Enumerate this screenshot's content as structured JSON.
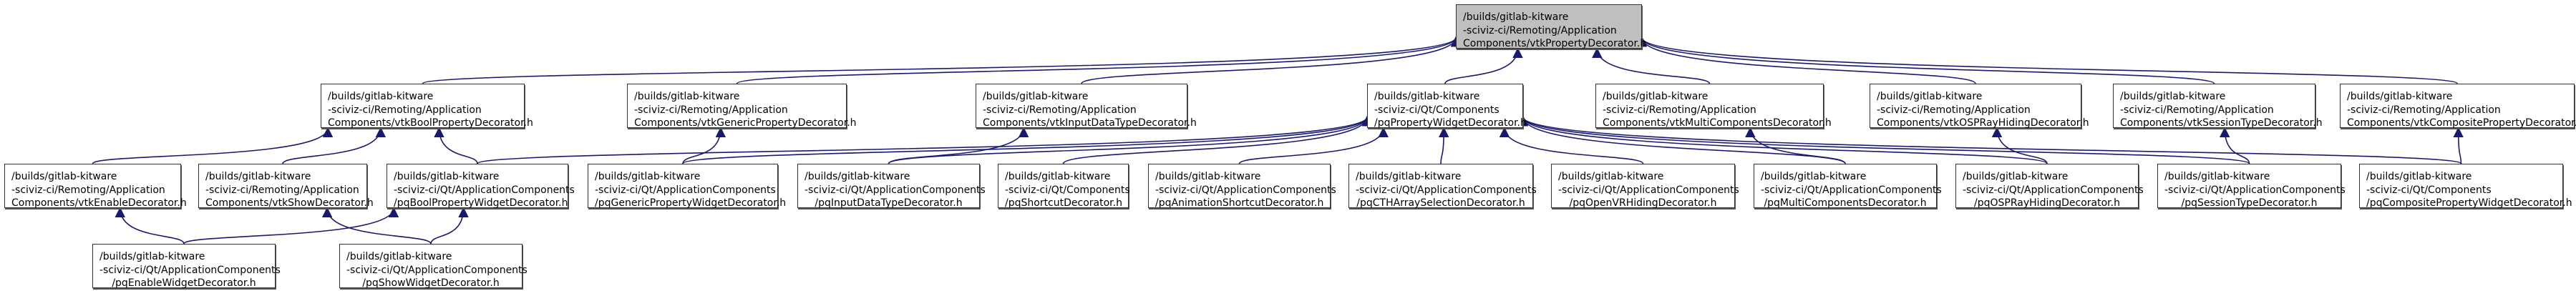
{
  "diagram": {
    "type": "include-dependency-graph",
    "edge_color": "#191970",
    "root_fill": "#bfbfbf",
    "node_fill": "#ffffff",
    "nodes": [
      {
        "id": "root",
        "lines": [
          "/builds/gitlab-kitware",
          "-sciviz-ci/Remoting/Application",
          "Components/vtkPropertyDecorator.h"
        ],
        "root": true
      },
      {
        "id": "vtkBool",
        "lines": [
          "/builds/gitlab-kitware",
          "-sciviz-ci/Remoting/Application",
          "Components/vtkBoolPropertyDecorator.h"
        ]
      },
      {
        "id": "vtkGeneric",
        "lines": [
          "/builds/gitlab-kitware",
          "-sciviz-ci/Remoting/Application",
          "Components/vtkGenericPropertyDecorator.h"
        ]
      },
      {
        "id": "vtkInputDataType",
        "lines": [
          "/builds/gitlab-kitware",
          "-sciviz-ci/Remoting/Application",
          "Components/vtkInputDataTypeDecorator.h"
        ]
      },
      {
        "id": "pqPropertyWidget",
        "lines": [
          "/builds/gitlab-kitware",
          "-sciviz-ci/Qt/Components",
          "/pqPropertyWidgetDecorator.h"
        ]
      },
      {
        "id": "vtkMulti",
        "lines": [
          "/builds/gitlab-kitware",
          "-sciviz-ci/Remoting/Application",
          "Components/vtkMultiComponentsDecorator.h"
        ]
      },
      {
        "id": "vtkOSPRay",
        "lines": [
          "/builds/gitlab-kitware",
          "-sciviz-ci/Remoting/Application",
          "Components/vtkOSPRayHidingDecorator.h"
        ]
      },
      {
        "id": "vtkSession",
        "lines": [
          "/builds/gitlab-kitware",
          "-sciviz-ci/Remoting/Application",
          "Components/vtkSessionTypeDecorator.h"
        ]
      },
      {
        "id": "vtkComposite",
        "lines": [
          "/builds/gitlab-kitware",
          "-sciviz-ci/Remoting/Application",
          "Components/vtkCompositePropertyDecorator.h"
        ]
      },
      {
        "id": "vtkEnable",
        "lines": [
          "/builds/gitlab-kitware",
          "-sciviz-ci/Remoting/Application",
          "Components/vtkEnableDecorator.h"
        ]
      },
      {
        "id": "vtkShow",
        "lines": [
          "/builds/gitlab-kitware",
          "-sciviz-ci/Remoting/Application",
          "Components/vtkShowDecorator.h"
        ]
      },
      {
        "id": "pqBool",
        "lines": [
          "/builds/gitlab-kitware",
          "-sciviz-ci/Qt/ApplicationComponents",
          "/pqBoolPropertyWidgetDecorator.h"
        ]
      },
      {
        "id": "pqGeneric",
        "lines": [
          "/builds/gitlab-kitware",
          "-sciviz-ci/Qt/ApplicationComponents",
          "/pqGenericPropertyWidgetDecorator.h"
        ]
      },
      {
        "id": "pqInputDataType",
        "lines": [
          "/builds/gitlab-kitware",
          "-sciviz-ci/Qt/ApplicationComponents",
          "/pqInputDataTypeDecorator.h"
        ]
      },
      {
        "id": "pqShortcut",
        "lines": [
          "/builds/gitlab-kitware",
          "-sciviz-ci/Qt/Components",
          "/pqShortcutDecorator.h"
        ]
      },
      {
        "id": "pqAnimShortcut",
        "lines": [
          "/builds/gitlab-kitware",
          "-sciviz-ci/Qt/ApplicationComponents",
          "/pqAnimationShortcutDecorator.h"
        ]
      },
      {
        "id": "pqCTH",
        "lines": [
          "/builds/gitlab-kitware",
          "-sciviz-ci/Qt/ApplicationComponents",
          "/pqCTHArraySelectionDecorator.h"
        ]
      },
      {
        "id": "pqOpenVR",
        "lines": [
          "/builds/gitlab-kitware",
          "-sciviz-ci/Qt/ApplicationComponents",
          "/pqOpenVRHidingDecorator.h"
        ]
      },
      {
        "id": "pqMulti",
        "lines": [
          "/builds/gitlab-kitware",
          "-sciviz-ci/Qt/ApplicationComponents",
          "/pqMultiComponentsDecorator.h"
        ]
      },
      {
        "id": "pqOSPRay",
        "lines": [
          "/builds/gitlab-kitware",
          "-sciviz-ci/Qt/ApplicationComponents",
          "/pqOSPRayHidingDecorator.h"
        ]
      },
      {
        "id": "pqSession",
        "lines": [
          "/builds/gitlab-kitware",
          "-sciviz-ci/Qt/ApplicationComponents",
          "/pqSessionTypeDecorator.h"
        ]
      },
      {
        "id": "pqComposite",
        "lines": [
          "/builds/gitlab-kitware",
          "-sciviz-ci/Qt/Components",
          "/pqCompositePropertyWidgetDecorator.h"
        ]
      },
      {
        "id": "pqEnableWidget",
        "lines": [
          "/builds/gitlab-kitware",
          "-sciviz-ci/Qt/ApplicationComponents",
          "/pqEnableWidgetDecorator.h"
        ]
      },
      {
        "id": "pqShowWidget",
        "lines": [
          "/builds/gitlab-kitware",
          "-sciviz-ci/Qt/ApplicationComponents",
          "/pqShowWidgetDecorator.h"
        ]
      }
    ],
    "edges": [
      {
        "from": "vtkBool",
        "to": "root"
      },
      {
        "from": "vtkGeneric",
        "to": "root"
      },
      {
        "from": "vtkInputDataType",
        "to": "root"
      },
      {
        "from": "pqPropertyWidget",
        "to": "root"
      },
      {
        "from": "vtkMulti",
        "to": "root"
      },
      {
        "from": "vtkOSPRay",
        "to": "root"
      },
      {
        "from": "vtkSession",
        "to": "root"
      },
      {
        "from": "vtkComposite",
        "to": "root"
      },
      {
        "from": "vtkEnable",
        "to": "vtkBool"
      },
      {
        "from": "vtkShow",
        "to": "vtkBool"
      },
      {
        "from": "pqBool",
        "to": "vtkBool"
      },
      {
        "from": "pqGeneric",
        "to": "vtkGeneric"
      },
      {
        "from": "pqInputDataType",
        "to": "vtkInputDataType"
      },
      {
        "from": "pqBool",
        "to": "pqPropertyWidget"
      },
      {
        "from": "pqGeneric",
        "to": "pqPropertyWidget"
      },
      {
        "from": "pqInputDataType",
        "to": "pqPropertyWidget"
      },
      {
        "from": "pqShortcut",
        "to": "pqPropertyWidget"
      },
      {
        "from": "pqAnimShortcut",
        "to": "pqPropertyWidget"
      },
      {
        "from": "pqCTH",
        "to": "pqPropertyWidget"
      },
      {
        "from": "pqOpenVR",
        "to": "pqPropertyWidget"
      },
      {
        "from": "pqMulti",
        "to": "pqPropertyWidget"
      },
      {
        "from": "pqOSPRay",
        "to": "pqPropertyWidget"
      },
      {
        "from": "pqSession",
        "to": "pqPropertyWidget"
      },
      {
        "from": "pqComposite",
        "to": "pqPropertyWidget"
      },
      {
        "from": "pqMulti",
        "to": "vtkMulti"
      },
      {
        "from": "pqOSPRay",
        "to": "vtkOSPRay"
      },
      {
        "from": "pqSession",
        "to": "vtkSession"
      },
      {
        "from": "pqComposite",
        "to": "vtkComposite"
      },
      {
        "from": "pqEnableWidget",
        "to": "vtkEnable"
      },
      {
        "from": "pqEnableWidget",
        "to": "pqBool"
      },
      {
        "from": "pqShowWidget",
        "to": "vtkShow"
      },
      {
        "from": "pqShowWidget",
        "to": "pqBool"
      }
    ]
  }
}
